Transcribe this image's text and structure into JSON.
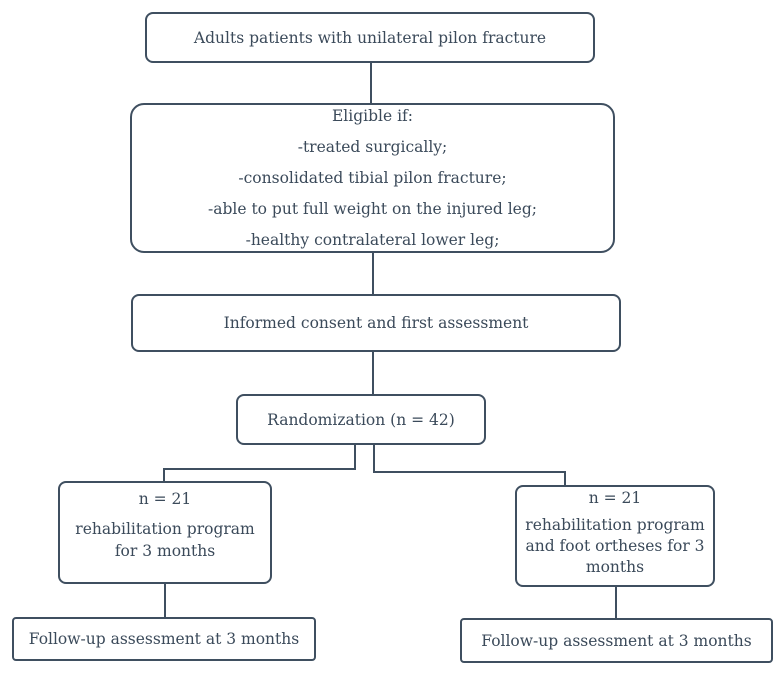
{
  "flow": {
    "population": "Adults patients with unilateral pilon fracture",
    "eligibility": {
      "title": "Eligible if:",
      "criteria": [
        "-treated surgically;",
        "-consolidated tibial pilon fracture;",
        "-able to put full weight on the injured leg;",
        "-healthy contralateral lower leg;"
      ]
    },
    "consent": "Informed consent and first assessment",
    "randomization": "Randomization (n = 42)",
    "groups": [
      {
        "n": "n = 21",
        "program_lines": [
          "rehabilitation program",
          "for 3 months"
        ],
        "follow_up": "Follow-up assessment at 3 months"
      },
      {
        "n": "n = 21",
        "program_lines": [
          "rehabilitation program",
          "and foot ortheses for 3",
          "months"
        ],
        "follow_up": "Follow-up assessment at 3 months"
      }
    ]
  },
  "colors": {
    "stroke": "#3f4f60",
    "text": "#3b4a5a",
    "background": "#ffffff"
  }
}
